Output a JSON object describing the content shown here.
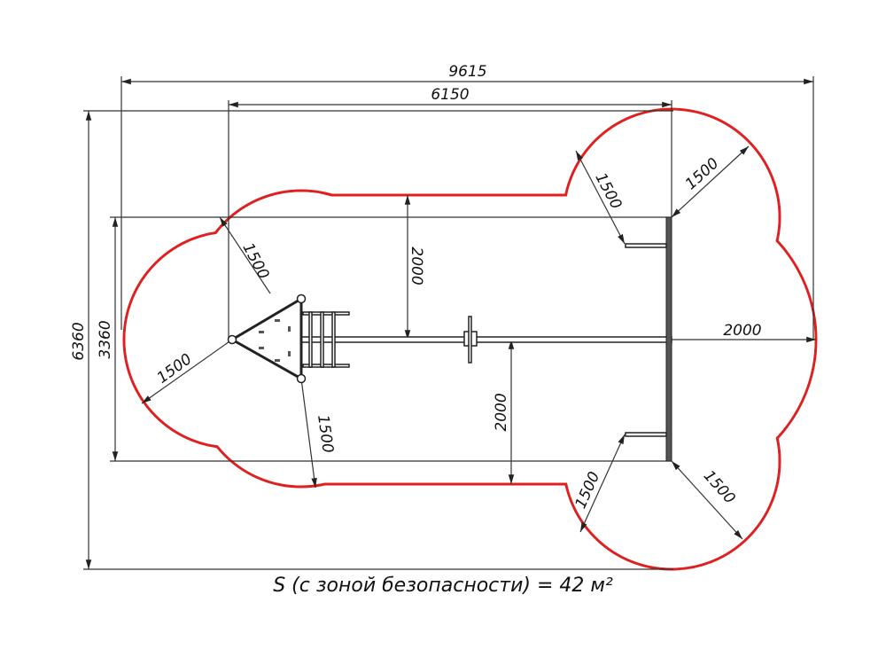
{
  "dimensions": {
    "overall_length": "9615",
    "equipment_length": "6150",
    "overall_width": "6360",
    "equipment_width": "3360",
    "clearance_top": "2000",
    "clearance_bottom": "2000",
    "clearance_right": "2000",
    "radius_labels": [
      "1500",
      "1500",
      "1500",
      "1500",
      "1500",
      "1500",
      "1500"
    ]
  },
  "caption": "S (с зоной безопасности) = 42 м²",
  "colors": {
    "safety_zone": "#e02020",
    "lines": "#222222"
  }
}
